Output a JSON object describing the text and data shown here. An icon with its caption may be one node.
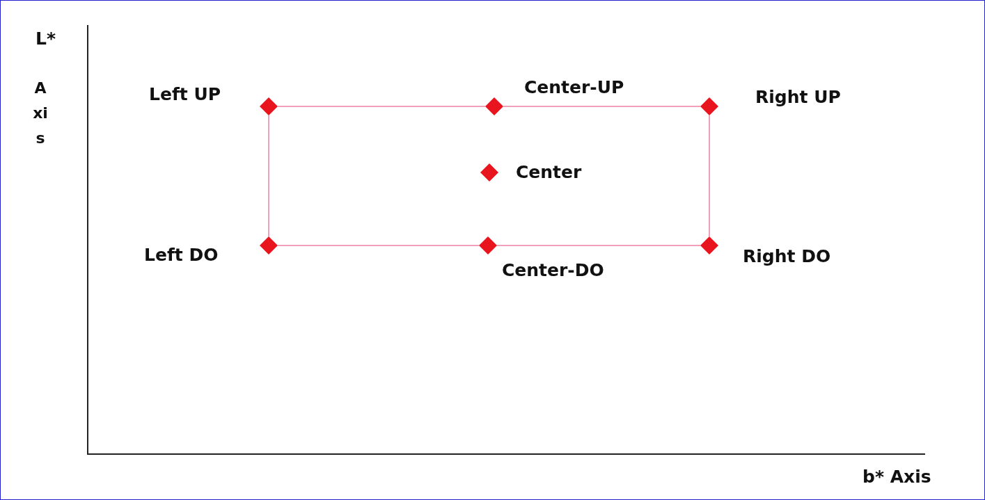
{
  "diagram": {
    "nodes": [
      {
        "text": [],
        "shape": "diamond",
        "beside": [
          "Left UP"
        ]
      },
      {
        "text": [],
        "shape": "diamond",
        "beside": [
          "Center-UP"
        ]
      },
      {
        "text": [],
        "shape": "diamond",
        "beside": [
          "Right UP"
        ]
      },
      {
        "text": [],
        "shape": "diamond",
        "beside": [
          "Center"
        ]
      },
      {
        "text": [],
        "shape": "diamond",
        "beside": [
          "Left DO"
        ]
      },
      {
        "text": [],
        "shape": "diamond",
        "beside": [
          "Center-DO"
        ]
      },
      {
        "text": [],
        "shape": "diamond",
        "beside": [
          "Right DO"
        ]
      }
    ],
    "edges": [
      {
        "from": 0,
        "to": 1,
        "arrow": "none"
      },
      {
        "from": 1,
        "to": 2,
        "arrow": "none"
      },
      {
        "from": 2,
        "to": 6,
        "arrow": "none"
      },
      {
        "from": 6,
        "to": 5,
        "arrow": "none"
      },
      {
        "from": 5,
        "to": 4,
        "arrow": "none"
      },
      {
        "from": 4,
        "to": 0,
        "arrow": "none"
      }
    ],
    "labels": [
      "L*",
      "Axis",
      "b* Axis"
    ]
  }
}
